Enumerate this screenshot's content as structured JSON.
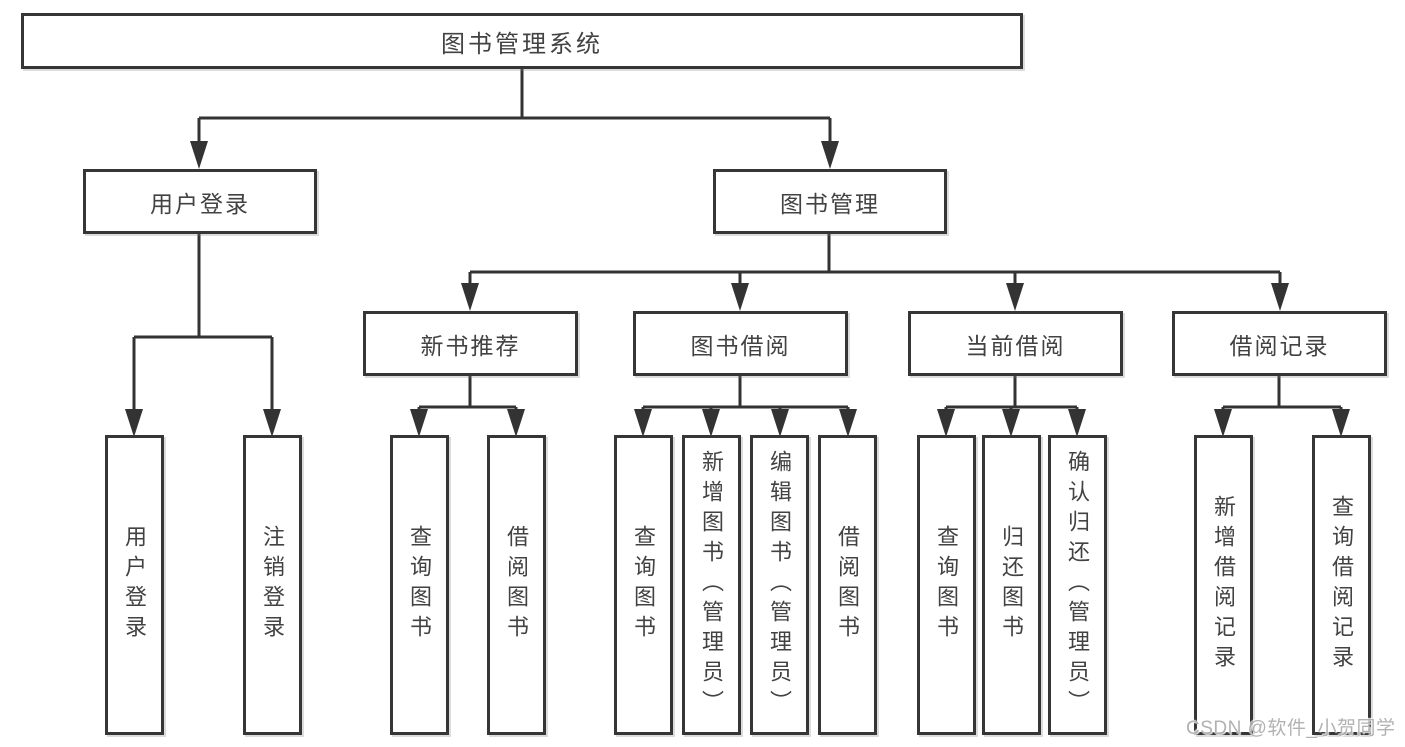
{
  "diagram": {
    "root": {
      "label": "图书管理系统"
    },
    "level2": [
      "用户登录",
      "图书管理"
    ],
    "level3": [
      "新书推荐",
      "图书借阅",
      "当前借阅",
      "借阅记录"
    ],
    "leaves": {
      "user_login": [
        "用户登录",
        "注销登录"
      ],
      "new_book_recommend": [
        "查询图书",
        "借阅图书"
      ],
      "book_borrow": [
        "查询图书",
        "新增图书（管理员）",
        "编辑图书（管理员）",
        "借阅图书"
      ],
      "current_borrow": [
        "查询图书",
        "归还图书",
        "确认归还（管理员）"
      ],
      "borrow_records": [
        "新增借阅记录",
        "查询借阅记录"
      ]
    }
  },
  "watermark": {
    "text": "CSDN @软件_小贺同学"
  },
  "colors": {
    "line": "#333333",
    "box_border": "#363636",
    "text": "#424242",
    "watermark": "#b2b2b2",
    "background": "#ffffff"
  }
}
